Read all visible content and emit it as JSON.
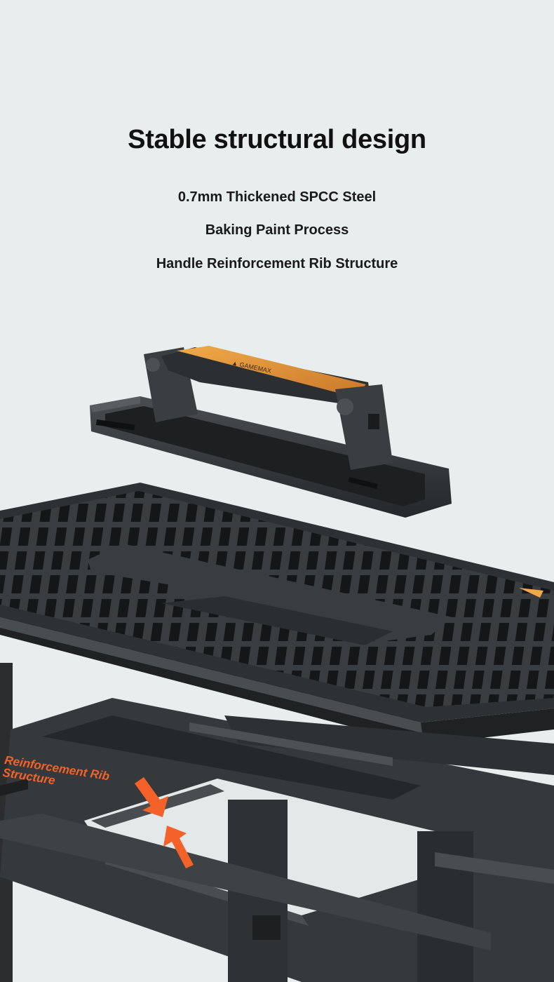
{
  "header": {
    "title": "Stable structural design",
    "features": [
      "0.7mm Thickened SPCC Steel",
      "Baking Paint Process",
      "Handle Reinforcement Rib Structure"
    ]
  },
  "callout": {
    "line1": "Reinforcement Rib",
    "line2": "Structure"
  },
  "colors": {
    "background": "#e7eeed",
    "steel": "#333638",
    "accent_orange": "#f4622a",
    "grip_orange": "#e89a3c"
  }
}
